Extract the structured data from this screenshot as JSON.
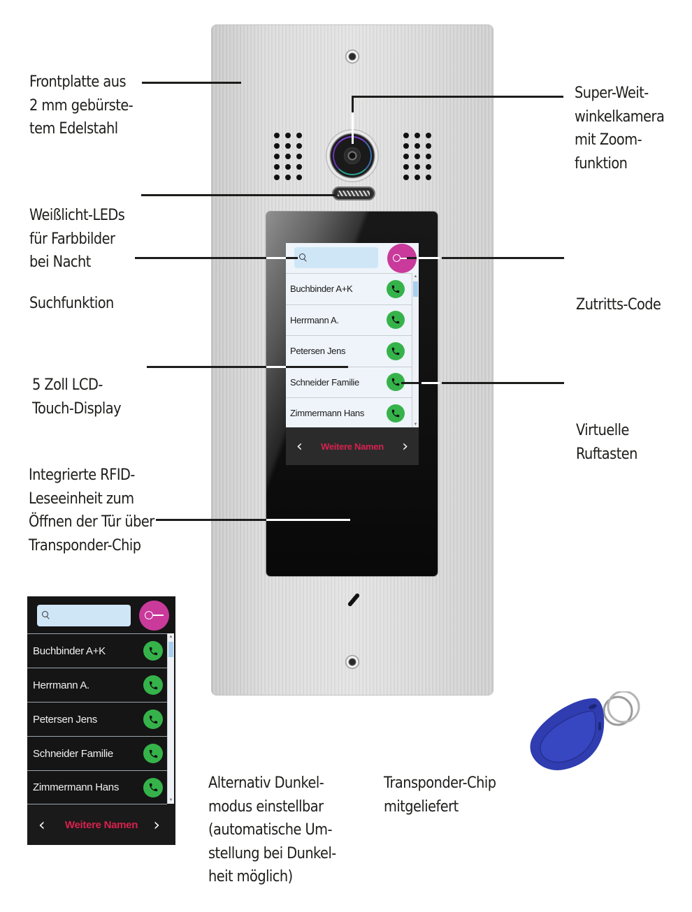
{
  "labels": {
    "frontplatte": [
      "Frontplatte aus",
      "2 mm gebürste-",
      "tem Edelstahl"
    ],
    "leds": [
      "Weißlicht-LEDs",
      "für Farbbilder",
      "bei Nacht"
    ],
    "suchfunktion": [
      "Suchfunktion"
    ],
    "display": [
      "5 Zoll LCD-",
      "Touch-Display"
    ],
    "rfid": [
      "Integrierte RFID-",
      "Leseeinheit zum",
      "Öffnen der Tür über",
      "Transponder-Chip"
    ],
    "kamera": [
      "Super-Weit-",
      "winkelkamera",
      "mit Zoom-",
      "funktion"
    ],
    "zutritt": [
      "Zutritts-Code"
    ],
    "ruftasten": [
      "Virtuelle",
      "Ruftasten"
    ],
    "dunkelmodus": [
      "Alternativ Dunkel-",
      "modus einstellbar",
      "(automatische Um-",
      "stellung bei Dunkel-",
      "heit möglich)"
    ],
    "chip": [
      "Transponder-Chip",
      "mitgeliefert"
    ]
  },
  "display_ui": {
    "search_icon": "search-icon",
    "key_icon": "key-icon",
    "call_icon": "phone-icon",
    "names": [
      "Buchbinder A+K",
      "Herrmann A.",
      "Petersen Jens",
      "Schneider Familie",
      "Zimmermann Hans"
    ],
    "more_label": "Weitere Namen",
    "prev_glyph": "‹",
    "next_glyph": "›",
    "scroll_up": "▲",
    "scroll_down": "▼"
  },
  "colors": {
    "key_button": "#c93a9b",
    "call_button": "#35b34a",
    "more_text": "#d6214e",
    "search_field": "#cfe6f7"
  }
}
